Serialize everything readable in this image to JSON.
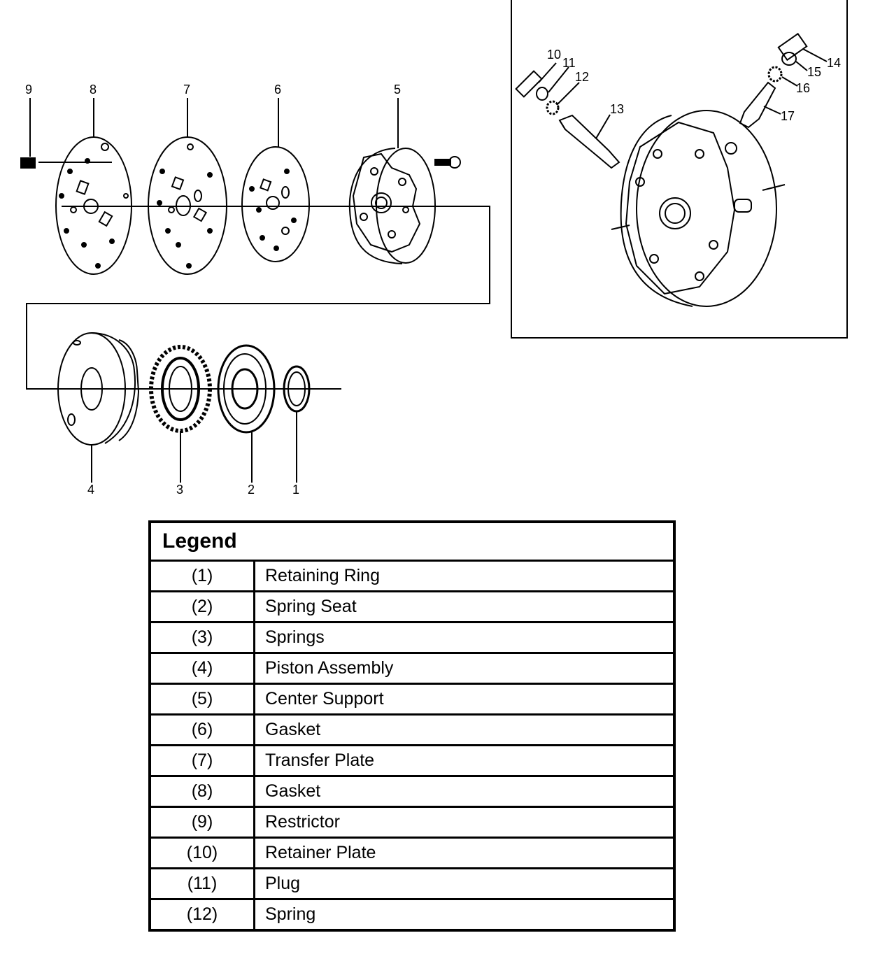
{
  "callouts": {
    "c1": "1",
    "c2": "2",
    "c3": "3",
    "c4": "4",
    "c5": "5",
    "c6": "6",
    "c7": "7",
    "c8": "8",
    "c9": "9",
    "c10": "10",
    "c11": "11",
    "c12": "12",
    "c13": "13",
    "c14": "14",
    "c15": "15",
    "c16": "16",
    "c17": "17"
  },
  "legend": {
    "title": "Legend",
    "rows": [
      {
        "num": "(1)",
        "desc": "Retaining Ring"
      },
      {
        "num": "(2)",
        "desc": "Spring Seat"
      },
      {
        "num": "(3)",
        "desc": "Springs"
      },
      {
        "num": "(4)",
        "desc": "Piston Assembly"
      },
      {
        "num": "(5)",
        "desc": "Center Support"
      },
      {
        "num": "(6)",
        "desc": "Gasket"
      },
      {
        "num": "(7)",
        "desc": "Transfer Plate"
      },
      {
        "num": "(8)",
        "desc": "Gasket"
      },
      {
        "num": "(9)",
        "desc": "Restrictor"
      },
      {
        "num": "(10)",
        "desc": "Retainer Plate"
      },
      {
        "num": "(11)",
        "desc": "Plug"
      },
      {
        "num": "(12)",
        "desc": "Spring"
      }
    ]
  }
}
